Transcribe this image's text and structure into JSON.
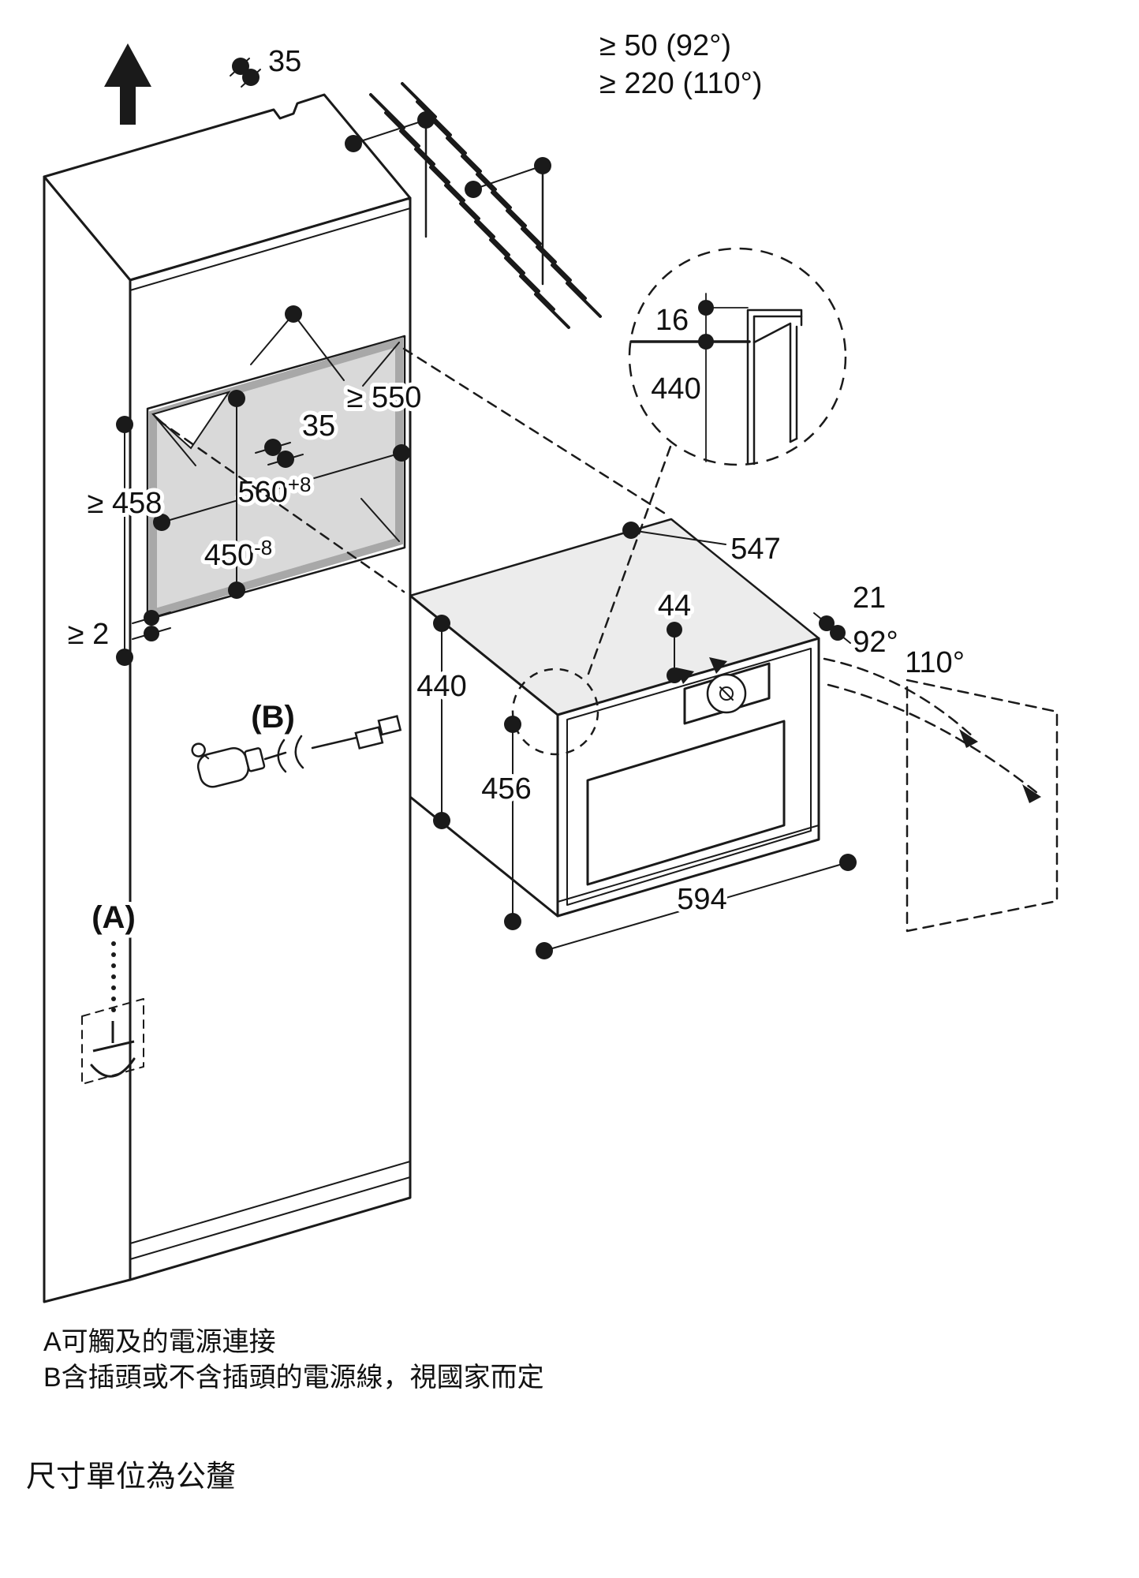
{
  "diagram": {
    "dimensions": {
      "top_gap": "35",
      "wall_clearance_92": "≥ 50 (92°)",
      "wall_clearance_110": "≥ 220 (110°)",
      "niche_depth": "≥ 550",
      "side_panel": "35",
      "niche_width_value": "560",
      "niche_width_tol": "+8",
      "niche_height_value": "450",
      "niche_height_tol": "-8",
      "min_inner_height": "≥ 458",
      "bottom_clearance": "≥ 2",
      "detail_overlap": "16",
      "detail_height": "440",
      "appliance_depth": "547",
      "front_lip": "21",
      "door_angle_1": "92°",
      "door_angle_2": "110°",
      "panel_height": "44",
      "appliance_height": "440",
      "front_height": "456",
      "appliance_width": "594"
    },
    "callouts": {
      "a": "(A)",
      "b": "(B)"
    },
    "legend": {
      "line_a": "A可觸及的電源連接",
      "line_b": "B含插頭或不含插頭的電源線，視國家而定"
    },
    "unit_note": "尺寸單位為公釐",
    "colors": {
      "line": "#1a1a1a",
      "niche_fill": "#d9d9d9",
      "niche_band": "#a8a8a8",
      "oven_top": "#ececec"
    }
  }
}
